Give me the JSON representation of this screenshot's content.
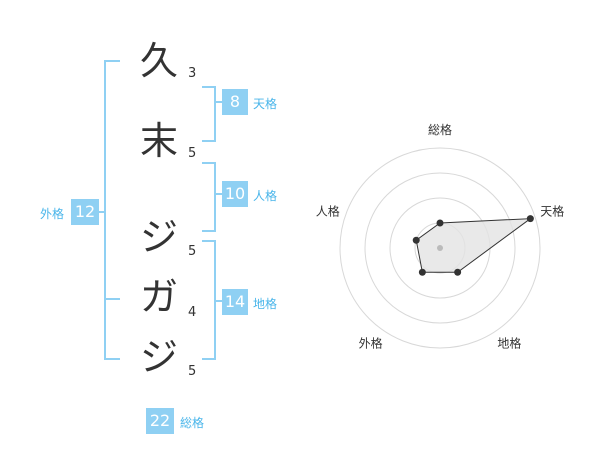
{
  "name": {
    "chars": [
      {
        "char": "久",
        "strokes": "3"
      },
      {
        "char": "末",
        "strokes": "5"
      },
      {
        "char": "ジ",
        "strokes": "5"
      },
      {
        "char": "ガ",
        "strokes": "4"
      },
      {
        "char": "ジ",
        "strokes": "5"
      }
    ]
  },
  "fortunes": {
    "tenkaku": {
      "value": "8",
      "label": "天格"
    },
    "jinkaku": {
      "value": "10",
      "label": "人格"
    },
    "chikaku": {
      "value": "14",
      "label": "地格"
    },
    "gaikaku": {
      "value": "12",
      "label": "外格"
    },
    "soukaku": {
      "value": "22",
      "label": "総格"
    }
  },
  "radar": {
    "axes": [
      "総格",
      "天格",
      "地格",
      "外格",
      "人格"
    ],
    "levels": 4,
    "values": [
      0.25,
      0.95,
      0.3,
      0.3,
      0.25
    ],
    "colors": {
      "grid": "#d8d8d8",
      "fill": "#e4e4e4",
      "line": "#333333",
      "center": "#bbbbbb"
    }
  }
}
